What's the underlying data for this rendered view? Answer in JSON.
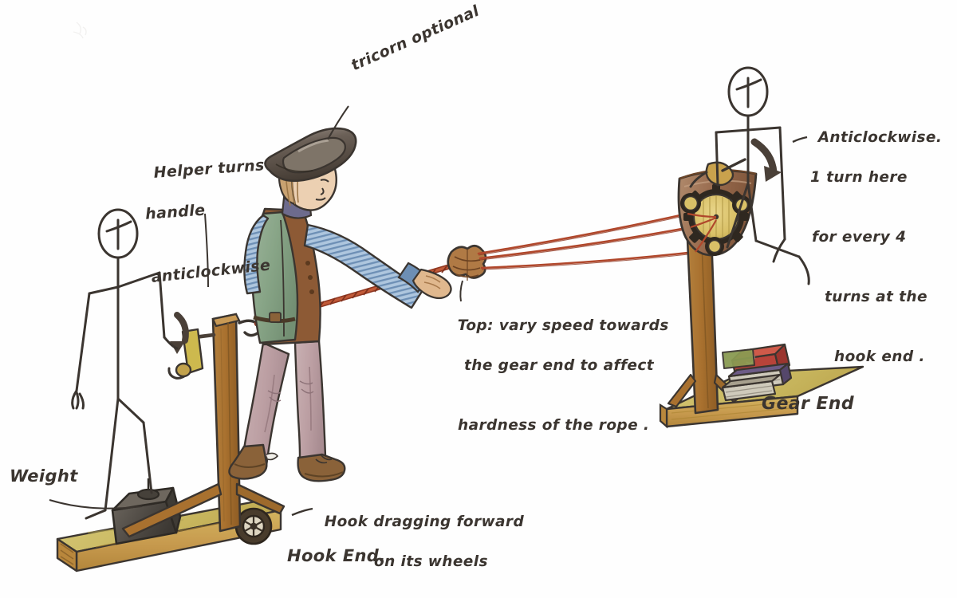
{
  "figure": {
    "title": "Ropewalk rope-making machine, hand-drawn watercolour diagram",
    "background_color": "#ffffff",
    "ink_color": "#3b3530",
    "rope_color": "#b0472b"
  },
  "annotations": {
    "tricorn": "tricorn optional",
    "helper": {
      "line1": "Helper turns",
      "line2": "handle",
      "line3": "anticlockwise"
    },
    "top_tool": {
      "line1": "Top: vary speed towards",
      "line2": "the gear end to affect",
      "line3": "hardness of the rope ."
    },
    "gear_ratio": {
      "line1": "Anticlockwise.",
      "line2": "1 turn here",
      "line3": "for every 4",
      "line4": "turns at the",
      "line5": "hook end ."
    },
    "weight": "Weight",
    "hook_dragging": {
      "line1": "Hook dragging forward",
      "line2": "on its wheels"
    },
    "hook_end": "Hook End.",
    "gear_end": "Gear End"
  },
  "palette": {
    "ink": "#3b3530",
    "rope": "#b0472b",
    "rope_dark": "#8e3620",
    "plank_top": "#c9b860",
    "plank_face": "#c79a4e",
    "plank_end": "#b9873c",
    "post_wood": "#a9712f",
    "post_wood_light": "#c08f4b",
    "gear_housing": "#9a6b4e",
    "gear_wood": "#d9c067",
    "waistcoat_green": "#8aa589",
    "shirt_blue": "#9bb7d4",
    "shirt_stripe": "#5c7fa8",
    "under_brown": "#8d5a35",
    "trousers": "#bfa3a6",
    "boots": "#8a6239",
    "hat_dark": "#4a4038",
    "hat_light": "#8c8175",
    "skin": "#e8cdb0",
    "hair": "#c9a271",
    "weight_grey": "#56514b",
    "weight_grey_light": "#7b756d",
    "book_red": "#b8433a",
    "book_purple": "#6d5b86",
    "book_pages": "#d8d4c8",
    "wheel_dark": "#3b3228"
  },
  "scene": {
    "elements": [
      {
        "name": "helper-stick-figure",
        "role": "Helper who turns the crank handle anticlockwise"
      },
      {
        "name": "hook-end-cart",
        "role": "Wheeled wooden cart carrying the hook post and weight"
      },
      {
        "name": "weight-block",
        "role": "Dark metal weight holding the cart"
      },
      {
        "name": "crank-handle",
        "role": "Yellow wooden crank handle on the hook post"
      },
      {
        "name": "ropemaker-figure",
        "role": "Ropemaker in tricorn hat holding the top"
      },
      {
        "name": "top-tool",
        "role": "Grooved wooden top separating the three strands"
      },
      {
        "name": "rope-strands",
        "role": "Three twisting strands from top to gear end"
      },
      {
        "name": "twisted-rope",
        "role": "Finished twisted rope running to the hook"
      },
      {
        "name": "gear-end-stand",
        "role": "Gear head on post mounted on plank"
      },
      {
        "name": "gear-wheel",
        "role": "Large central gear with three pinions"
      },
      {
        "name": "book-stack",
        "role": "Stack of books weighting the gear-end plank"
      },
      {
        "name": "gear-end-stick-figure",
        "role": "Second helper turning the gear handle"
      },
      {
        "name": "arrow-helper",
        "role": "Curved arrow showing handle rotation at hook end"
      },
      {
        "name": "arrow-gear",
        "role": "Curved arrow showing handle rotation at gear end"
      }
    ]
  }
}
